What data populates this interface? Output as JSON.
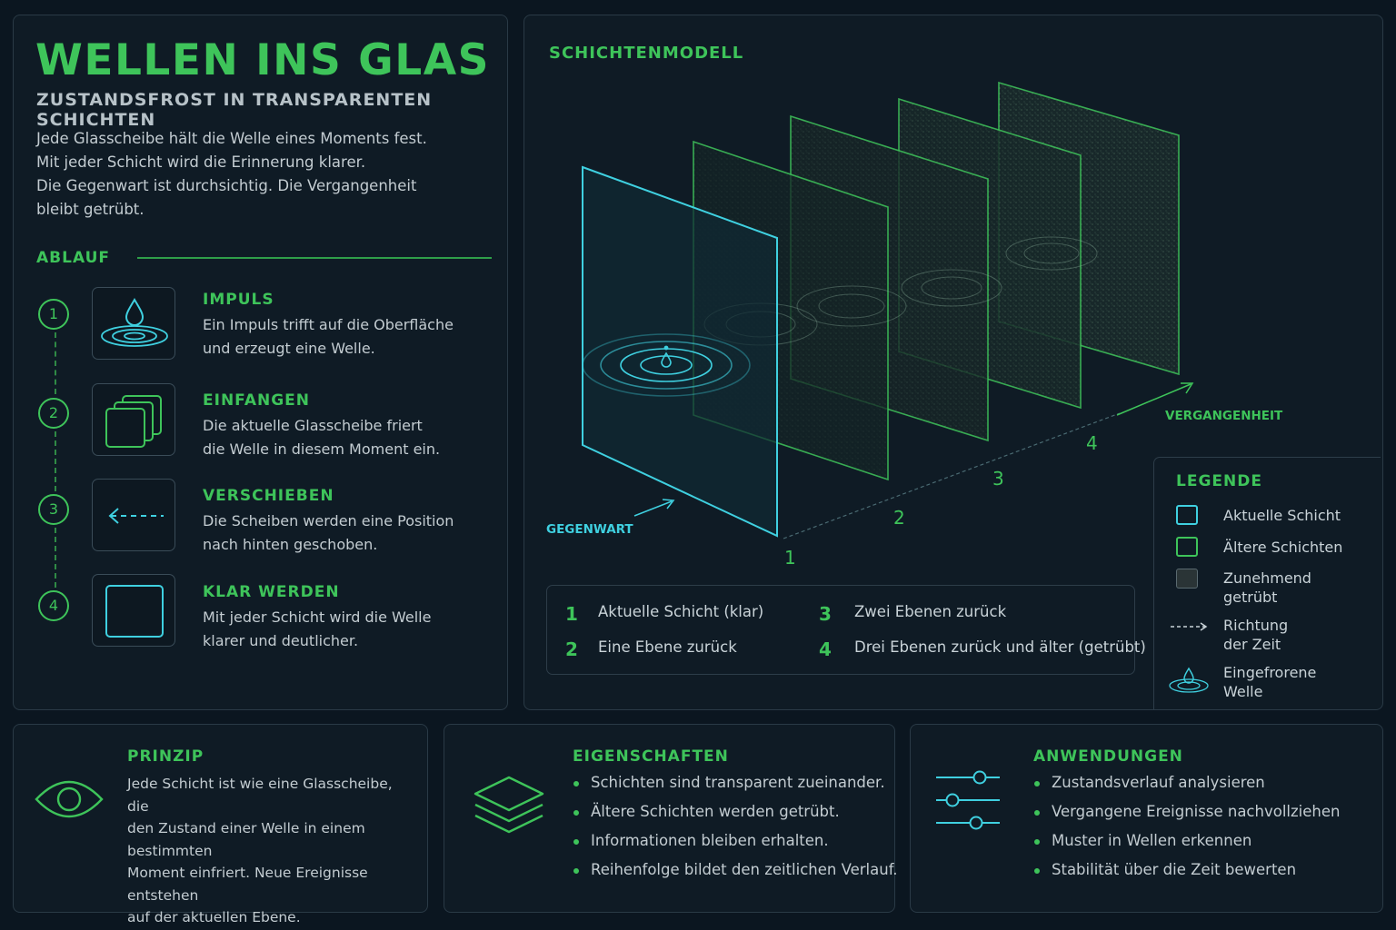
{
  "header": {
    "title": "WELLEN INS GLAS",
    "subtitle": "ZUSTANDSFROST IN TRANSPARENTEN SCHICHTEN",
    "intro_lines": [
      "Jede Glasscheibe hält die Welle eines Moments fest.",
      "Mit jeder Schicht wird die Erinnerung klarer.",
      "Die Gegenwart ist durchsichtig. Die Vergangenheit",
      "bleibt getrübt."
    ]
  },
  "ablauf": {
    "label": "ABLAUF",
    "steps": [
      {
        "number": "1",
        "title": "IMPULS",
        "line1": "Ein Impuls trifft auf die Oberfläche",
        "line2": "und erzeugt eine Welle.",
        "icon": "water-drop-icon"
      },
      {
        "number": "2",
        "title": "EINFANGEN",
        "line1": "Die aktuelle Glasscheibe friert",
        "line2": "die Welle in diesem Moment ein.",
        "icon": "stacked-layers-icon"
      },
      {
        "number": "3",
        "title": "VERSCHIEBEN",
        "line1": "Die Scheiben werden eine Position",
        "line2": "nach hinten geschoben.",
        "icon": "dashed-arrow-left-icon"
      },
      {
        "number": "4",
        "title": "KLAR WERDEN",
        "line1": "Mit jeder Schicht wird die Welle",
        "line2": "klarer und deutlicher.",
        "icon": "clear-square-icon"
      }
    ]
  },
  "diagram": {
    "title": "SCHICHTENMODELL",
    "label_present": "GEGENWART",
    "label_past": "VERGANGENHEIT",
    "axis_numbers": [
      "1",
      "2",
      "3",
      "4"
    ],
    "table": [
      {
        "number": "1",
        "text": "Aktuelle Schicht (klar)"
      },
      {
        "number": "2",
        "text": "Eine Ebene zurück"
      },
      {
        "number": "3",
        "text": "Zwei Ebenen zurück"
      },
      {
        "number": "4",
        "text": "Drei Ebenen zurück und älter (getrübt)"
      }
    ]
  },
  "legend": {
    "title": "LEGENDE",
    "items": [
      {
        "line1": "Aktuelle Schicht",
        "line2": ""
      },
      {
        "line1": "Ältere Schichten",
        "line2": ""
      },
      {
        "line1": "Zunehmend",
        "line2": "getrübt"
      },
      {
        "line1": "Richtung",
        "line2": "der Zeit"
      },
      {
        "line1": "Eingefrorene",
        "line2": "Welle"
      }
    ]
  },
  "prinzip": {
    "title": "PRINZIP",
    "lines": [
      "Jede Schicht ist wie eine Glasscheibe, die",
      "den Zustand einer Welle in einem bestimmten",
      "Moment einfriert. Neue Ereignisse entstehen",
      "auf der aktuellen Ebene."
    ]
  },
  "eigenschaften": {
    "title": "EIGENSCHAFTEN",
    "items": [
      "Schichten sind transparent zueinander.",
      "Ältere Schichten werden getrübt.",
      "Informationen bleiben erhalten.",
      "Reihenfolge bildet den zeitlichen Verlauf."
    ]
  },
  "anwendungen": {
    "title": "ANWENDUNGEN",
    "items": [
      "Zustandsverlauf analysieren",
      "Vergangene Ereignisse nachvollziehen",
      "Muster in Wellen erkennen",
      "Stabilität über die Zeit bewerten"
    ]
  },
  "colors": {
    "background": "#0b1620",
    "accent_green": "#3ec45a",
    "accent_cyan": "#3fd0e0",
    "panel_border": "#2a3a46"
  }
}
